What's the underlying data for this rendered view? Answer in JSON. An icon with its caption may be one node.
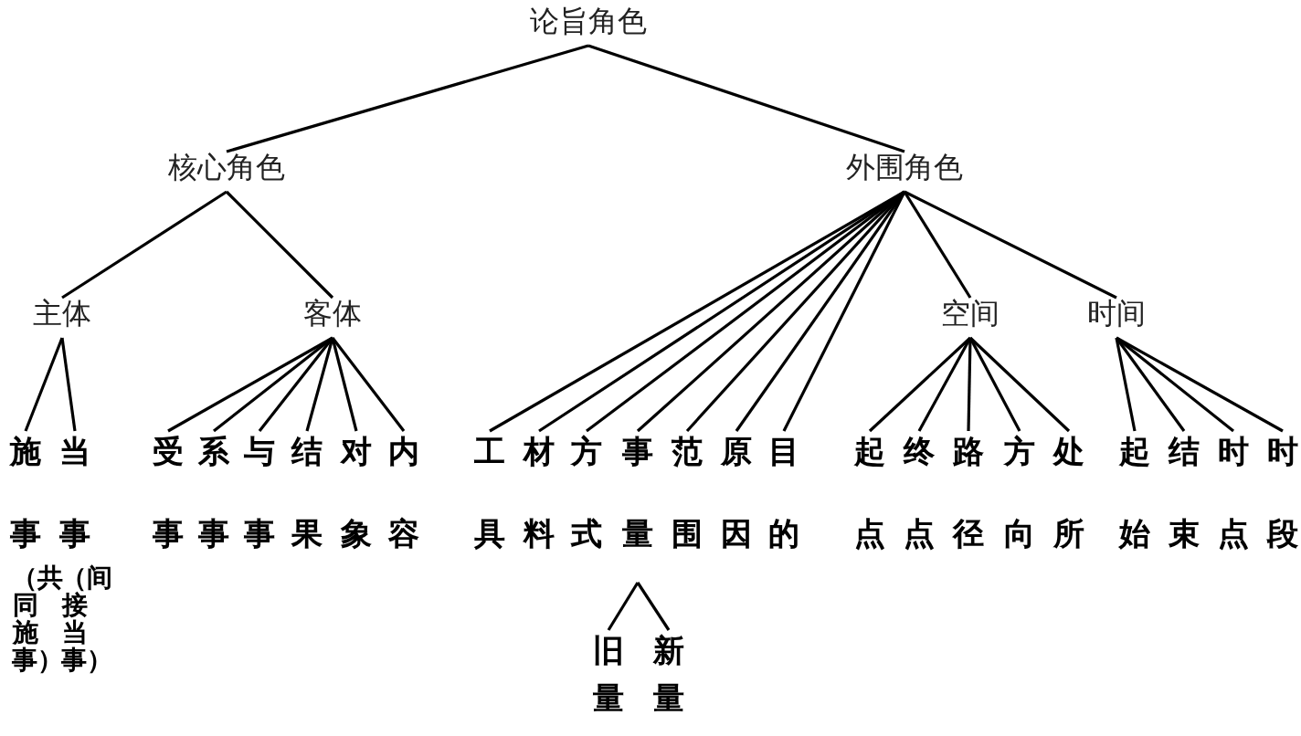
{
  "diagram": {
    "nodes": [
      {
        "text": [
          "论旨角色"
        ]
      },
      {
        "text": [
          "核心角色"
        ]
      },
      {
        "text": [
          "外围角色"
        ]
      },
      {
        "text": [
          "主体"
        ]
      },
      {
        "text": [
          "客体"
        ]
      },
      {
        "text": [
          "施事",
          "（共同施事）"
        ]
      },
      {
        "text": [
          "当事",
          "（间接当事）"
        ]
      },
      {
        "text": [
          "受事"
        ]
      },
      {
        "text": [
          "系事"
        ]
      },
      {
        "text": [
          "与事"
        ]
      },
      {
        "text": [
          "结果"
        ]
      },
      {
        "text": [
          "对象"
        ]
      },
      {
        "text": [
          "内容"
        ]
      },
      {
        "text": [
          "工具"
        ]
      },
      {
        "text": [
          "材料"
        ]
      },
      {
        "text": [
          "方式"
        ]
      },
      {
        "text": [
          "事量"
        ]
      },
      {
        "text": [
          "范围"
        ]
      },
      {
        "text": [
          "原因"
        ]
      },
      {
        "text": [
          "目的"
        ]
      },
      {
        "text": [
          "空间"
        ]
      },
      {
        "text": [
          "时间"
        ]
      },
      {
        "text": [
          "起点"
        ]
      },
      {
        "text": [
          "终点"
        ]
      },
      {
        "text": [
          "路径"
        ]
      },
      {
        "text": [
          "方向"
        ]
      },
      {
        "text": [
          "处所"
        ]
      },
      {
        "text": [
          "起始"
        ]
      },
      {
        "text": [
          "结束"
        ]
      },
      {
        "text": [
          "时点"
        ]
      },
      {
        "text": [
          "时段"
        ]
      },
      {
        "text": [
          "旧量"
        ]
      },
      {
        "text": [
          "新量"
        ]
      }
    ],
    "edges": [
      {
        "from": 0,
        "to": 1,
        "arrow": "none"
      },
      {
        "from": 0,
        "to": 2,
        "arrow": "none"
      },
      {
        "from": 1,
        "to": 3,
        "arrow": "none"
      },
      {
        "from": 1,
        "to": 4,
        "arrow": "none"
      },
      {
        "from": 3,
        "to": 5,
        "arrow": "none"
      },
      {
        "from": 3,
        "to": 6,
        "arrow": "none"
      },
      {
        "from": 4,
        "to": 7,
        "arrow": "none"
      },
      {
        "from": 4,
        "to": 8,
        "arrow": "none"
      },
      {
        "from": 4,
        "to": 9,
        "arrow": "none"
      },
      {
        "from": 4,
        "to": 10,
        "arrow": "none"
      },
      {
        "from": 4,
        "to": 11,
        "arrow": "none"
      },
      {
        "from": 4,
        "to": 12,
        "arrow": "none"
      },
      {
        "from": 2,
        "to": 13,
        "arrow": "none"
      },
      {
        "from": 2,
        "to": 14,
        "arrow": "none"
      },
      {
        "from": 2,
        "to": 15,
        "arrow": "none"
      },
      {
        "from": 2,
        "to": 16,
        "arrow": "none"
      },
      {
        "from": 2,
        "to": 17,
        "arrow": "none"
      },
      {
        "from": 2,
        "to": 18,
        "arrow": "none"
      },
      {
        "from": 2,
        "to": 19,
        "arrow": "none"
      },
      {
        "from": 2,
        "to": 20,
        "arrow": "none"
      },
      {
        "from": 2,
        "to": 21,
        "arrow": "none"
      },
      {
        "from": 20,
        "to": 22,
        "arrow": "none"
      },
      {
        "from": 20,
        "to": 23,
        "arrow": "none"
      },
      {
        "from": 20,
        "to": 24,
        "arrow": "none"
      },
      {
        "from": 20,
        "to": 25,
        "arrow": "none"
      },
      {
        "from": 20,
        "to": 26,
        "arrow": "none"
      },
      {
        "from": 21,
        "to": 27,
        "arrow": "none"
      },
      {
        "from": 21,
        "to": 28,
        "arrow": "none"
      },
      {
        "from": 21,
        "to": 29,
        "arrow": "none"
      },
      {
        "from": 21,
        "to": 30,
        "arrow": "none"
      },
      {
        "from": 16,
        "to": 31,
        "arrow": "none"
      },
      {
        "from": 16,
        "to": 32,
        "arrow": "none"
      }
    ]
  }
}
